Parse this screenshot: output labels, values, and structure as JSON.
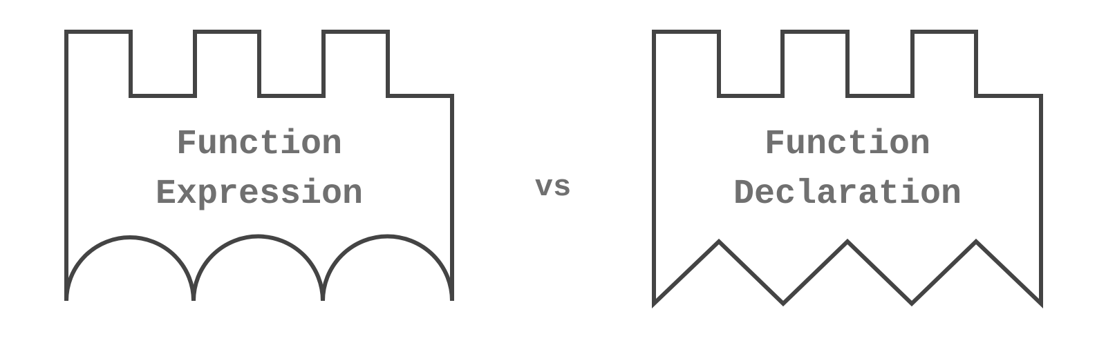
{
  "colors": {
    "stroke": "#444444",
    "text": "#707070",
    "background": "#ffffff"
  },
  "left_block": {
    "line1": "Function",
    "line2": "Expression",
    "bottom_edge": "scalloped-arcs"
  },
  "separator": {
    "label": "vs"
  },
  "right_block": {
    "line1": "Function",
    "line2": "Declaration",
    "bottom_edge": "zigzag"
  }
}
